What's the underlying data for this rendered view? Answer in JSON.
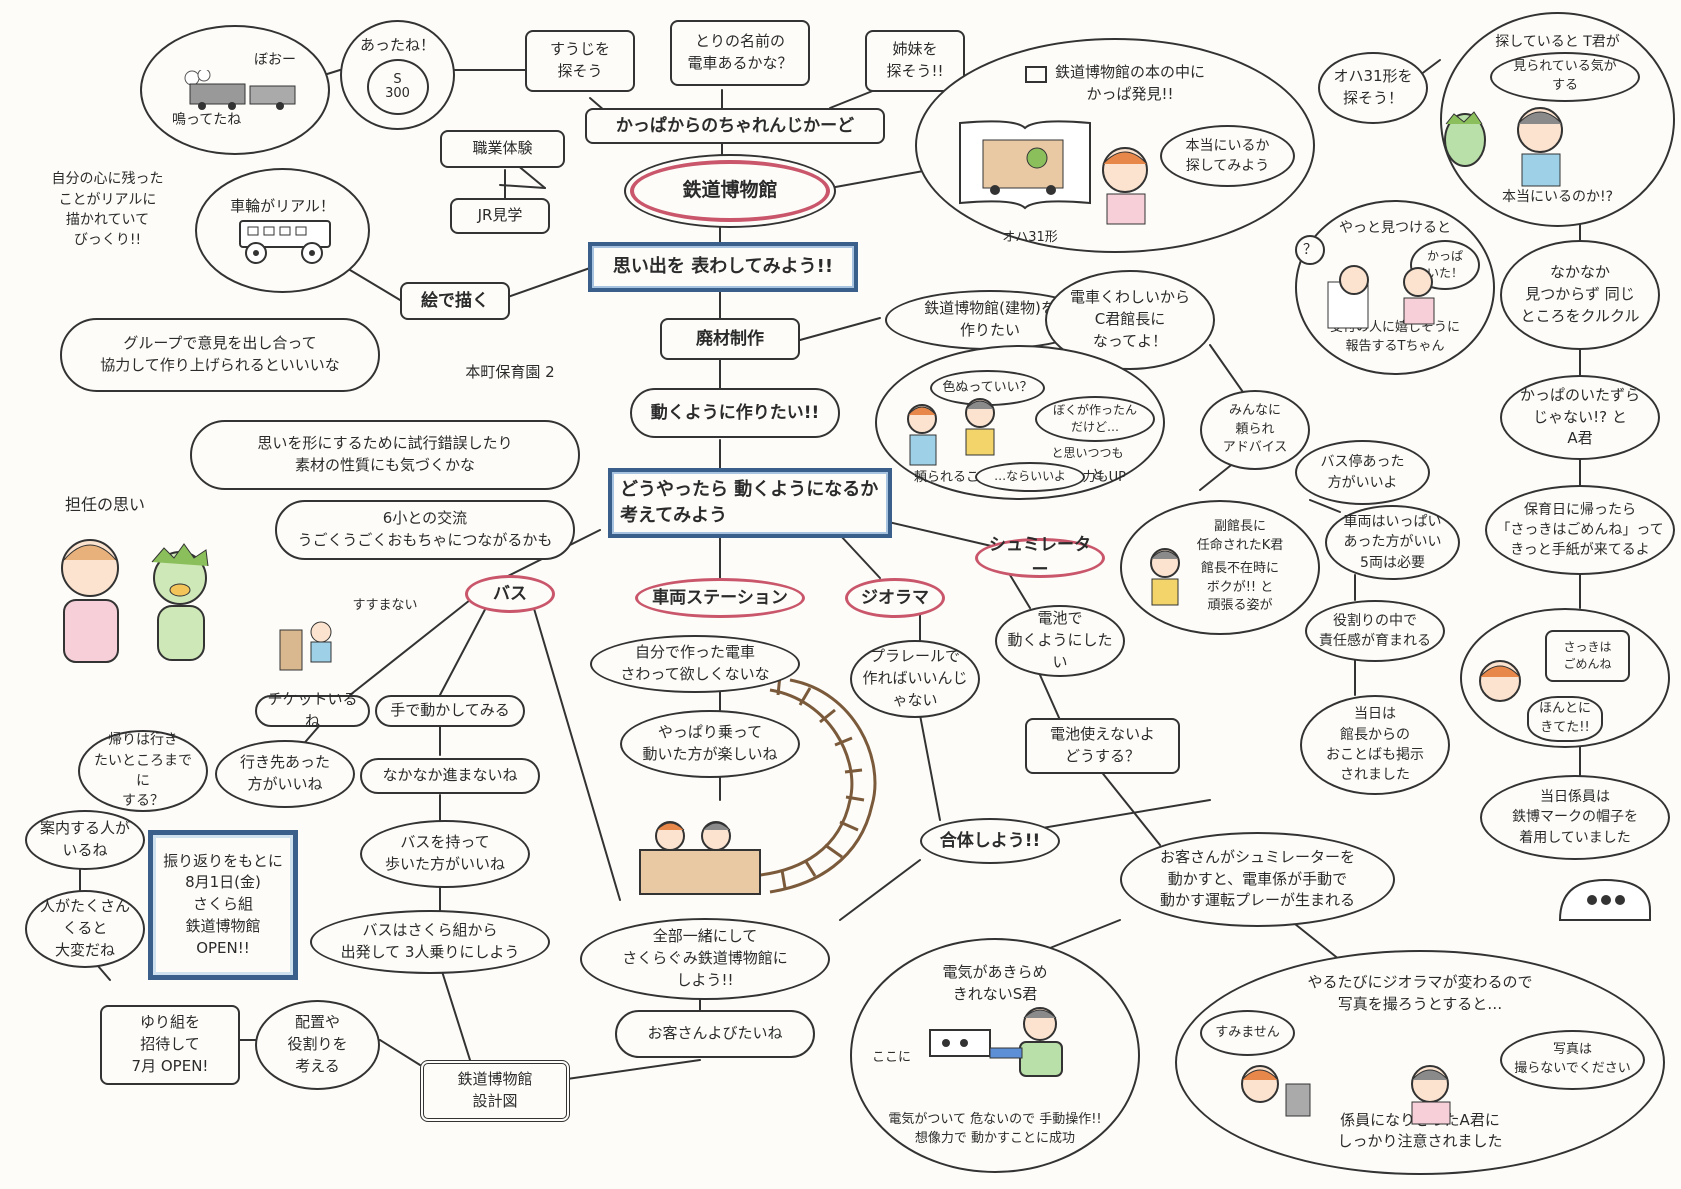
{
  "center": "鉄道博物館",
  "top": {
    "challenge": "かっぱからのちゃれんじかーど",
    "q1": "すうじを\n探そう",
    "q2": "とりの名前の\n電車あるかな？",
    "q3": "姉妹を\n探そう!!",
    "found": "あったね！",
    "sign": "S\n300",
    "job": "職業体験",
    "jr": "JR見学",
    "whistle": "ぼおー",
    "ring": "鳴ってたね"
  },
  "left": {
    "draw": "絵で描く",
    "real": "車輪がリアル！",
    "heart": "自分の心に残った\nことがリアルに\n描かれていて\nびっくり!!",
    "group": "グループで意見を出し合って\n協力して作り上げられるといいいな",
    "school": "本町保育園 2",
    "trial": "思いを形にするために試行錯誤したり\n素材の性質にも気づくかな",
    "exchange": "6小との交流\nうごくうごくおもちゃにつながるかも",
    "teacher": "担任の思い",
    "sorry": "すすまない"
  },
  "spine": {
    "express": "思い出を 表わしてみよう!!",
    "scrap": "廃材制作",
    "move": "動くように作りたい!!",
    "how": "どうやったら 動くようになるか\n考えてみよう"
  },
  "branches": {
    "bus": "バス",
    "station": "車両ステーション",
    "diorama": "ジオラマ",
    "simulator": "シュミレーター"
  },
  "bus": {
    "ticket": "チケットいるね",
    "dest": "行き先あった\n方がいいね",
    "hand": "手で動かしてみる",
    "slow": "なかなか進まないね",
    "carry": "バスを持って\n歩いた方がいいね",
    "start": "バスはさくら組から\n出発して 3人乗りにしよう",
    "ride": "帰りは行き\nたいところまでに\nする？",
    "guide": "案内する人が\nいるね",
    "crowd": "人がたくさん\nくると\n大変だね"
  },
  "station": {
    "touch": "自分で作った電車\nさわって欲しくないな",
    "ride": "やっぱり乗って\n動いた方が楽しいね"
  },
  "diorama": {
    "rail": "プラレールで\n作ればいいんじゃない"
  },
  "sim": {
    "battery": "電池で\n動くようにしたい",
    "nobattery": "電池使えないよ\nどうする？",
    "play": "お客さんがシュミレーターを\n動かすと、電車係が手動で\n動かす運転プレーが生まれる"
  },
  "bottom": {
    "combine": "合体しよう!!",
    "all": "全部一緒にして\nさくらぐみ鉄道博物館に\nしよう!!",
    "guests": "お客さんよびたいね",
    "plan": "鉄道博物館\n設計図",
    "roles": "配置や\n役割りを\n考える",
    "invite": "ゆり組を\n招待して\n7月 OPEN!",
    "poster": "振り返りをもとに\n8月1日(金)\nさくら組\n鉄道博物館\nOPEN!!"
  },
  "story": {
    "book": "鉄道博物館の本の中に\nかっぱ発見!!",
    "search": "本当にいるか\n探してみよう",
    "oha": "オハ31形",
    "find": "オハ31形を\n探そう！",
    "tkun": "探していると T君が",
    "watched": "見られている気が\nする",
    "really": "本当にいるのか!?",
    "finally": "やっと見つけると",
    "report": "受付の人に嬉しそうに\n報告するTちゃん",
    "cannot": "なかなか\n見つからず 同じ\nところをクルクル",
    "prank": "かっぱのいたずら\nじゃない!? と\nA君",
    "apology": "保育日に帰ったら\n「さっきはごめんね」って\nきっと手紙が来てるよ",
    "letter": "さっきは\nごめんね",
    "came": "ほんとに\nきてた!!",
    "q": "？",
    "was": "かっぱ\nいた！",
    "hat": "当日係員は\n鉄博マークの帽子を\n着用していました"
  },
  "museum": {
    "want": "鉄道博物館(建物)を\n作りたい",
    "cname": "電車くわしいから\nC君館長に\nなってよ！",
    "may": "色ぬっていい？",
    "boku": "ぼくが作ったん\nだけど…",
    "says": "と思いつつも",
    "narai": "…ならいいよ",
    "to": "と",
    "asked": "頼られることで手がかり合う力もUP",
    "advice": "みんなに\n頼られ\nアドバイス",
    "busstop": "バス停あった\n方がいいよ",
    "vice": "副館長に\n任命されたK君",
    "kanchou": "館長不在時に\nボクが!! と\n頑張る姿が",
    "vehicles": "車両はいっぱい\nあった方がいい\n5両は必要",
    "role": "役割りの中で\n責任感が育まれる",
    "day": "当日は\n館長からの\nおことばも掲示\nされました"
  },
  "electric": {
    "s": "電気があきらめ\nきれないS君",
    "here": "ここに",
    "lever": "電気がついて 危ないので 手動操作!!\n想像力で 動かすことに成功"
  },
  "photo": {
    "text": "やるたびにジオラマが変わるので\n写真を撮ろうとすると…",
    "sorry": "すみません",
    "no": "写真は\n撮らないでください",
    "staff": "係員になりきったA君に\nしっかり注意されました"
  }
}
